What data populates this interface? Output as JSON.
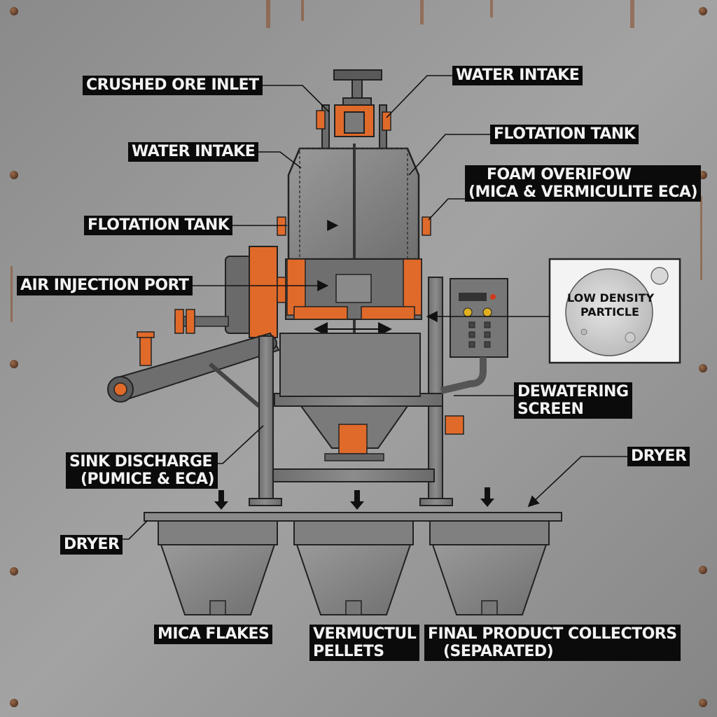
{
  "labels": {
    "crushed_ore_inlet": "CRUSHED ORE INLET",
    "water_intake_top": "WATER INTAKE",
    "flotation_tank_right": "FLOTATION TANK",
    "water_intake_left": "WATER INTAKE",
    "foam_overflow_line1": "FOAM OVERIFOW",
    "foam_overflow_line2": "(MICA & VERMICULITE ECA)",
    "flotation_tank_left": "FLOTATION TANK",
    "air_injection_port": "AIR INJECTION PORT",
    "low_density_particle_line1": "LOW DENSITY",
    "low_density_particle_line2": "PARTICLE",
    "dewatering_screen_line1": "DEWATERING",
    "dewatering_screen_line2": "SCREEN",
    "dryer_right": "DRYER",
    "sink_discharge_line1": "SINK DISCHARGE",
    "sink_discharge_line2": "(PUMICE & ECA)",
    "dryer_left": "DRYER",
    "mica_flakes": "MICA FLAKES",
    "vermuctul_line1": "VERMUCTUL",
    "vermuctul_line2": "PELLETS",
    "final_collectors_line1": "FINAL PRODUCT COLLECTORS",
    "final_collectors_line2": "(SEPARATED)"
  },
  "colors": {
    "background": "#8e8e8e",
    "steel": "#7a7a7a",
    "steel_dark": "#5e5e5e",
    "accent_orange": "#e06a2a",
    "label_bg": "#0b0b0b",
    "label_text": "#f2f2f2",
    "line": "#111111"
  },
  "icons": {
    "inset": "magnified-particle-icon",
    "control_panel": "control-panel-icon",
    "arrows": "flow-arrow-icon"
  }
}
